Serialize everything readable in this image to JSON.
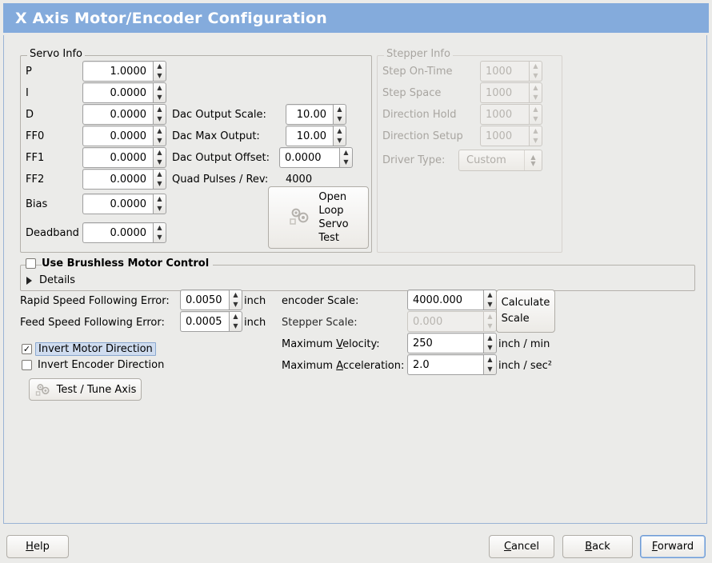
{
  "window": {
    "title": "X Axis Motor/Encoder Configuration",
    "header_color": "#84abdc"
  },
  "servo_info": {
    "legend": "Servo Info",
    "rows": [
      {
        "label": "P",
        "value": "1.0000"
      },
      {
        "label": "I",
        "value": "0.0000"
      },
      {
        "label": "D",
        "value": "0.0000"
      },
      {
        "label": "FF0",
        "value": "0.0000"
      },
      {
        "label": "FF1",
        "value": "0.0000"
      },
      {
        "label": "FF2",
        "value": "0.0000"
      },
      {
        "label": "Bias",
        "value": "0.0000"
      },
      {
        "label": "Deadband",
        "value": "0.0000"
      }
    ],
    "dac": [
      {
        "label": "Dac Output Scale:",
        "value": "10.00"
      },
      {
        "label": "Dac Max Output:",
        "value": "10.00"
      },
      {
        "label": "Dac Output Offset:",
        "value": "0.0000"
      }
    ],
    "quad_pulses_label": "Quad Pulses / Rev:",
    "quad_pulses_value": "4000",
    "open_loop_button": "Open\nLoop\nServo\nTest"
  },
  "stepper_info": {
    "legend": "Stepper Info",
    "rows": [
      {
        "label": "Step On-Time",
        "value": "1000"
      },
      {
        "label": "Step Space",
        "value": "1000"
      },
      {
        "label": "Direction Hold",
        "value": "1000"
      },
      {
        "label": "Direction Setup",
        "value": "1000"
      }
    ],
    "driver_type_label": "Driver Type:",
    "driver_type_value": "Custom"
  },
  "brushless": {
    "legend": "Use Brushless Motor Control",
    "checked": false,
    "details_label": "Details",
    "details_expanded": false
  },
  "errors": {
    "rapid_label": "Rapid Speed Following Error:",
    "rapid_value": "0.0050",
    "rapid_unit": "inch",
    "feed_label": "Feed Speed Following Error:",
    "feed_value": "0.0005",
    "feed_unit": "inch"
  },
  "invert": {
    "motor_label": "Invert Motor Direction",
    "motor_checked": true,
    "encoder_label": "Invert Encoder Direction",
    "encoder_checked": false
  },
  "test_tune_button": "Test / Tune Axis",
  "scales": {
    "encoder_label": "encoder Scale:",
    "encoder_value": "4000.000",
    "stepper_label": "Stepper Scale:",
    "stepper_value": "0.000",
    "stepper_disabled": true,
    "calculate_button": "Calculate\nScale",
    "max_velocity_label": "Maximum Velocity:",
    "max_velocity_value": "250",
    "max_velocity_unit": "inch / min",
    "max_accel_label": "Maximum Acceleration:",
    "max_accel_value": "2.0",
    "max_accel_unit": "inch / sec²"
  },
  "footer": {
    "help": "Help",
    "cancel": "Cancel",
    "back": "Back",
    "forward": "Forward"
  }
}
